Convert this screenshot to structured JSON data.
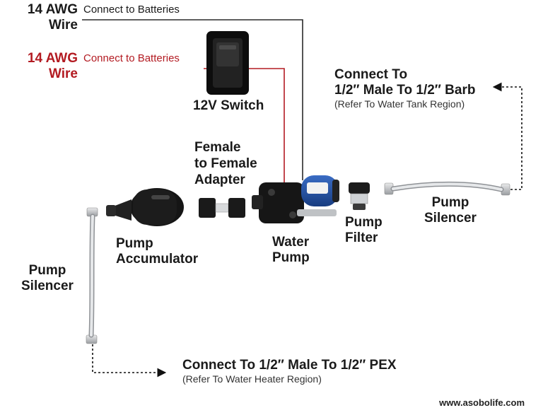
{
  "wire_black": {
    "gauge_line1": "14 AWG",
    "gauge_line2": "Wire",
    "note": "Connect to Batteries"
  },
  "wire_red": {
    "gauge_line1": "14 AWG",
    "gauge_line2": "Wire",
    "note": "Connect to Batteries"
  },
  "switch": {
    "label": "12V Switch"
  },
  "adapter": {
    "line1": "Female",
    "line2": "to Female",
    "line3": "Adapter"
  },
  "barb": {
    "line1": "Connect To",
    "line2": "1/2″ Male To 1/2″ Barb",
    "note": "(Refer To Water Tank Region)"
  },
  "silencer_right": {
    "line1": "Pump",
    "line2": "Silencer"
  },
  "silencer_left": {
    "line1": "Pump",
    "line2": "Silencer"
  },
  "accumulator": {
    "line1": "Pump",
    "line2": "Accumulator"
  },
  "pump": {
    "line1": "Water",
    "line2": "Pump"
  },
  "filter": {
    "line1": "Pump",
    "line2": "Filter"
  },
  "pex": {
    "line1": "Connect To 1/2″ Male To 1/2″ PEX",
    "note": "(Refer To Water Heater Region)"
  },
  "website": "www.asobolife.com",
  "colors": {
    "black_wire": "#2a2a2a",
    "red_wire": "#b31b22",
    "pump_blue": "#1f4fa3"
  },
  "icons": [
    "rocker-switch-icon",
    "water-pump-icon",
    "pump-accumulator-icon",
    "female-adapter-icon",
    "pump-filter-icon",
    "braided-hose-icon"
  ]
}
